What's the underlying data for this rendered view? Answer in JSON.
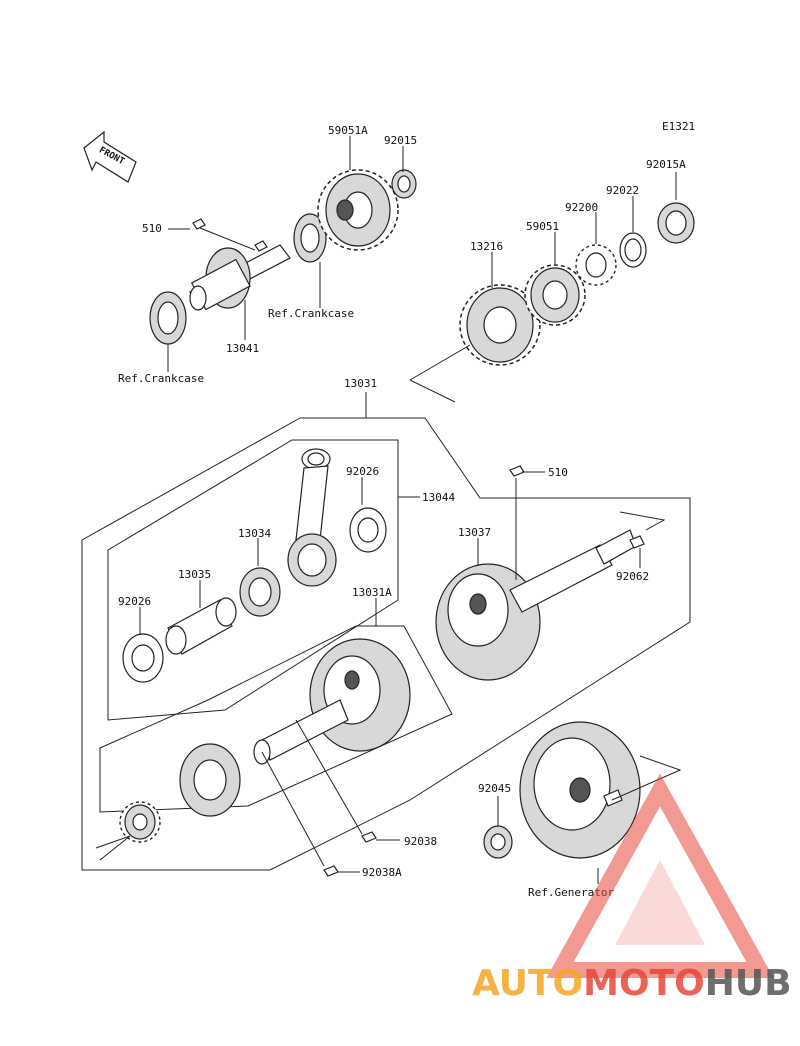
{
  "diagram": {
    "code": "E1321",
    "front_label": "FRONT",
    "labels": {
      "p59051A": "59051A",
      "p92015": "92015",
      "p510_top": "510",
      "p13041": "13041",
      "ref_crankcase_upper": "Ref.Crankcase",
      "ref_crankcase_lower": "Ref.Crankcase",
      "p92015A": "92015A",
      "p92022": "92022",
      "p92200": "92200",
      "p59051": "59051",
      "p13216": "13216",
      "p13031": "13031",
      "p92026_right": "92026",
      "p13044": "13044",
      "p510_mid": "510",
      "p13034": "13034",
      "p13037": "13037",
      "p13035": "13035",
      "p92062": "92062",
      "p92026_left": "92026",
      "p13031A": "13031A",
      "p92045": "92045",
      "p92038": "92038",
      "p92038A": "92038A",
      "ref_generator": "Ref.Generator"
    }
  },
  "watermark": {
    "part1": "AUTO",
    "part2": "MOTO",
    "part3": "HUB",
    "color_orange": "#f5a623",
    "color_red": "#e8473a",
    "color_gray": "#555555"
  }
}
